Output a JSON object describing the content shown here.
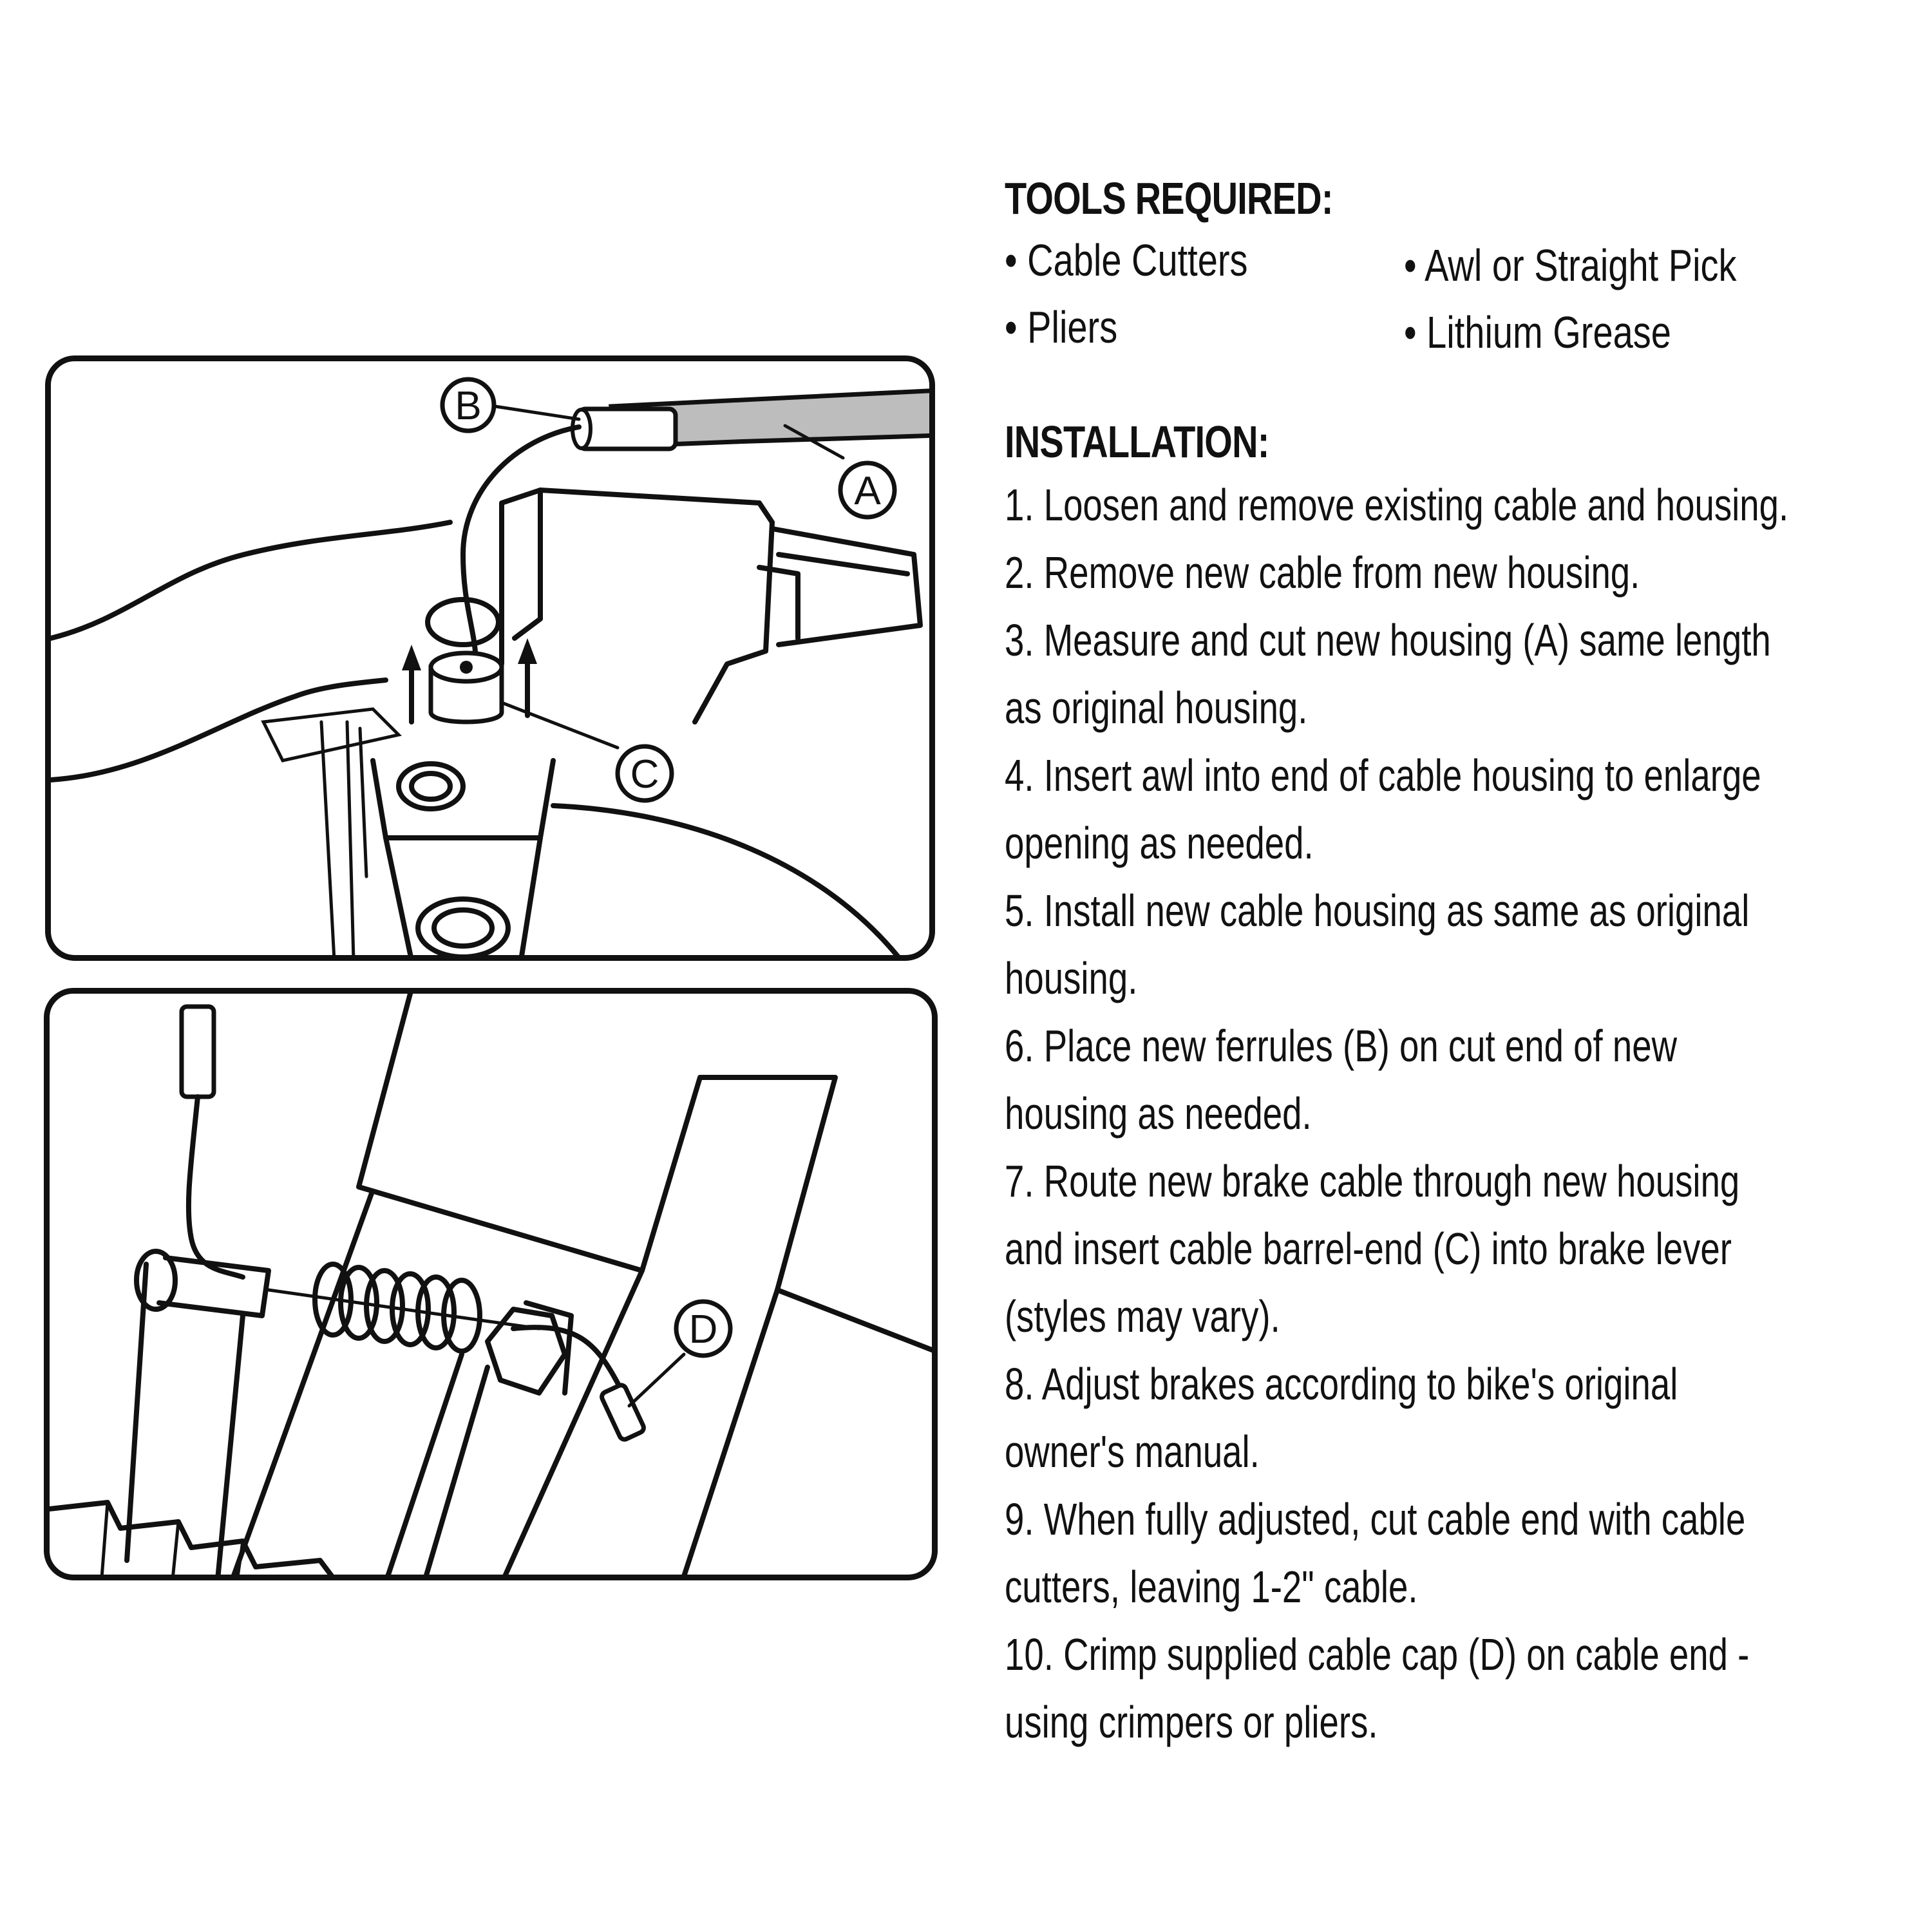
{
  "tools": {
    "heading": "TOOLS REQUIRED:",
    "items": [
      "• Cable Cutters",
      "• Awl or Straight Pick",
      "• Pliers",
      "• Lithium Grease"
    ]
  },
  "installation": {
    "heading": "INSTALLATION:",
    "steps": [
      [
        "1. Loosen and remove existing cable and housing."
      ],
      [
        "2. Remove new cable from new housing."
      ],
      [
        "3. Measure and cut new housing (A) same length",
        "as original housing."
      ],
      [
        "4. Insert awl into end of cable housing to enlarge",
        "opening as needed."
      ],
      [
        "5. Install new cable housing as same as original",
        "housing."
      ],
      [
        "6. Place new ferrules (B) on cut end of new",
        "housing as needed."
      ],
      [
        "7. Route new brake cable through new housing",
        "and insert cable barrel-end (C) into brake lever",
        "(styles may vary)."
      ],
      [
        "8. Adjust brakes according to bike's original",
        "owner's manual."
      ],
      [
        "9. When fully adjusted, cut cable end with cable",
        "cutters, leaving 1-2\" cable."
      ],
      [
        "10. Crimp supplied cable cap (D) on cable end -",
        "using crimpers or pliers."
      ]
    ]
  },
  "callouts": {
    "a": "A",
    "b": "B",
    "c": "C",
    "d": "D"
  },
  "colors": {
    "ink": "#111111",
    "housing_gray": "#bdbdbd",
    "paper": "#ffffff"
  }
}
